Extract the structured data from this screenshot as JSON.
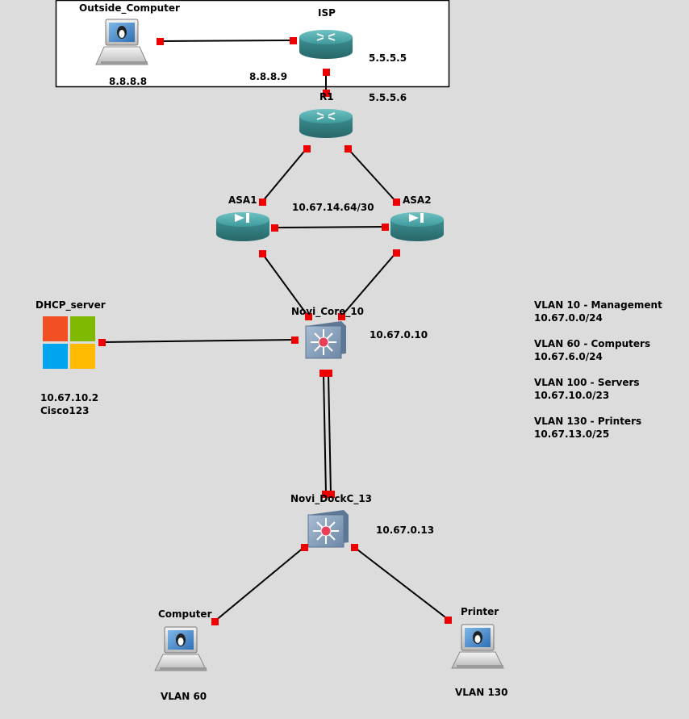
{
  "labels": {
    "outside_computer": "Outside_Computer",
    "outside_ip": "8.8.8.8",
    "isp": "ISP",
    "isp_ip": "5.5.5.5",
    "isp_link_ip": "8.8.8.9",
    "r1": "R1",
    "r1_ip": "5.5.5.6",
    "asa1": "ASA1",
    "asa2": "ASA2",
    "asa_link": "10.67.14.64/30",
    "dhcp_server": "DHCP_server",
    "dhcp_ip": "10.67.10.2",
    "dhcp_pass": "Cisco123",
    "core": "Novi_Core_10",
    "core_ip": "10.67.0.10",
    "dock": "Novi_DockC_13",
    "dock_ip": "10.67.0.13",
    "computer": "Computer",
    "computer_vlan": "VLAN 60",
    "printer": "Printer",
    "printer_vlan": "VLAN 130"
  },
  "vlans": [
    {
      "name": "VLAN 10 - Management",
      "subnet": "10.67.0.0/24"
    },
    {
      "name": "VLAN 60 - Computers",
      "subnet": "10.67.6.0/24"
    },
    {
      "name": "VLAN 100 - Servers",
      "subnet": "10.67.10.0/23"
    },
    {
      "name": "VLAN 130 - Printers",
      "subnet": "10.67.13.0/25"
    }
  ],
  "colors": {
    "background": "#dcdcdc",
    "router": "#3e8f91",
    "switch": "#7d97b4",
    "port": "#ee0000",
    "link": "#000000",
    "ms_red": "#f25022",
    "ms_green": "#7fba00",
    "ms_blue": "#00a4ef",
    "ms_yellow": "#ffb900"
  }
}
